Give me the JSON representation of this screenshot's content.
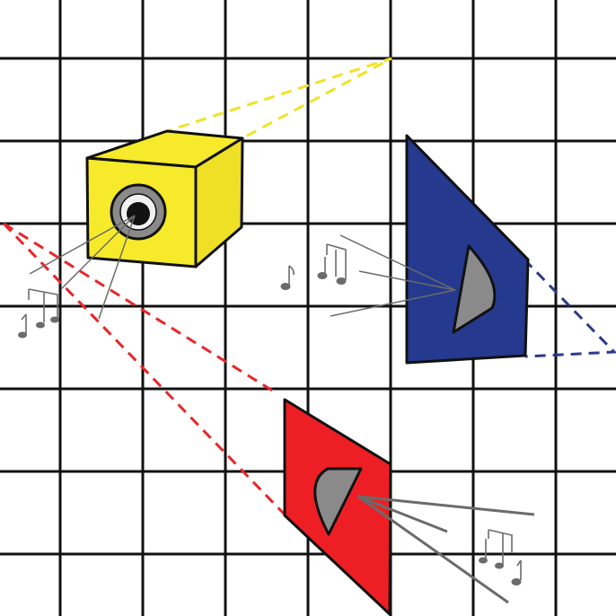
{
  "diagram": {
    "grid": {
      "columns": 7,
      "rows": 7
    },
    "colors": {
      "grid": "#111111",
      "yellow_speaker": "#f6ea2b",
      "yellow_speaker_shade": "#efe025",
      "blue_speaker": "#25398e",
      "red_speaker": "#ee1f24",
      "driver": "#8a8a8a",
      "sound_rays": "#6b6b6b",
      "yellow_cone": "#f0e326",
      "red_cone": "#e8262a",
      "blue_cone": "#2b3a8a"
    },
    "objects": [
      {
        "name": "yellow-cube-speaker",
        "shape": "cube",
        "color": "yellow"
      },
      {
        "name": "blue-wedge-speaker",
        "shape": "wedge",
        "color": "blue"
      },
      {
        "name": "red-panel-speaker",
        "shape": "panel",
        "color": "red"
      }
    ],
    "icons": [
      "music-notes-icon",
      "music-note-icon"
    ]
  }
}
